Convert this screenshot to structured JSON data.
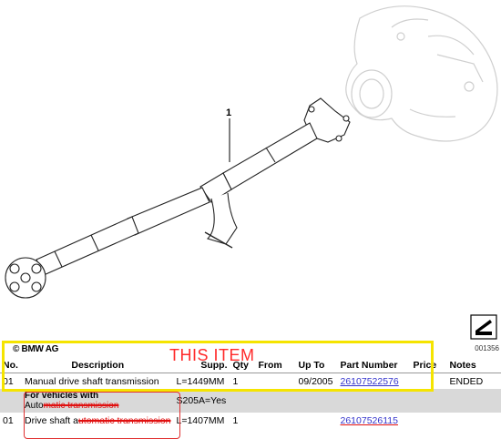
{
  "diagram": {
    "callout_number": "1",
    "copyright": "© BMW AG",
    "image_code": "001356"
  },
  "annotation": {
    "label": "THIS ITEM",
    "highlight_color": "#f5e400",
    "label_color": "#ff2a2a"
  },
  "table": {
    "headers": [
      "No.",
      "Description",
      "Supp.",
      "Qty",
      "From",
      "Up To",
      "Part Number",
      "Price",
      "Notes"
    ],
    "rows": [
      {
        "no": "01",
        "description": "Manual drive shaft transmission",
        "supp": "L=1449MM",
        "qty": "1",
        "from": "",
        "up_to": "09/2005",
        "part_number": "26107522576",
        "price": "",
        "notes": "ENDED"
      },
      {
        "no": "",
        "description_line1": "For vehicles with",
        "description_line2_a": "Auto",
        "description_line2_b": "matic transmission",
        "supp": "S205A=Yes",
        "qty": "",
        "from": "",
        "up_to": "",
        "part_number": "",
        "price": "",
        "notes": ""
      },
      {
        "no": "01",
        "description_a": "Drive shaft a",
        "description_b": "utomatic transmission",
        "supp": "L=1407MM",
        "qty": "1",
        "from": "",
        "up_to": "",
        "part_number": "26107526115",
        "price": "",
        "notes": ""
      }
    ]
  }
}
